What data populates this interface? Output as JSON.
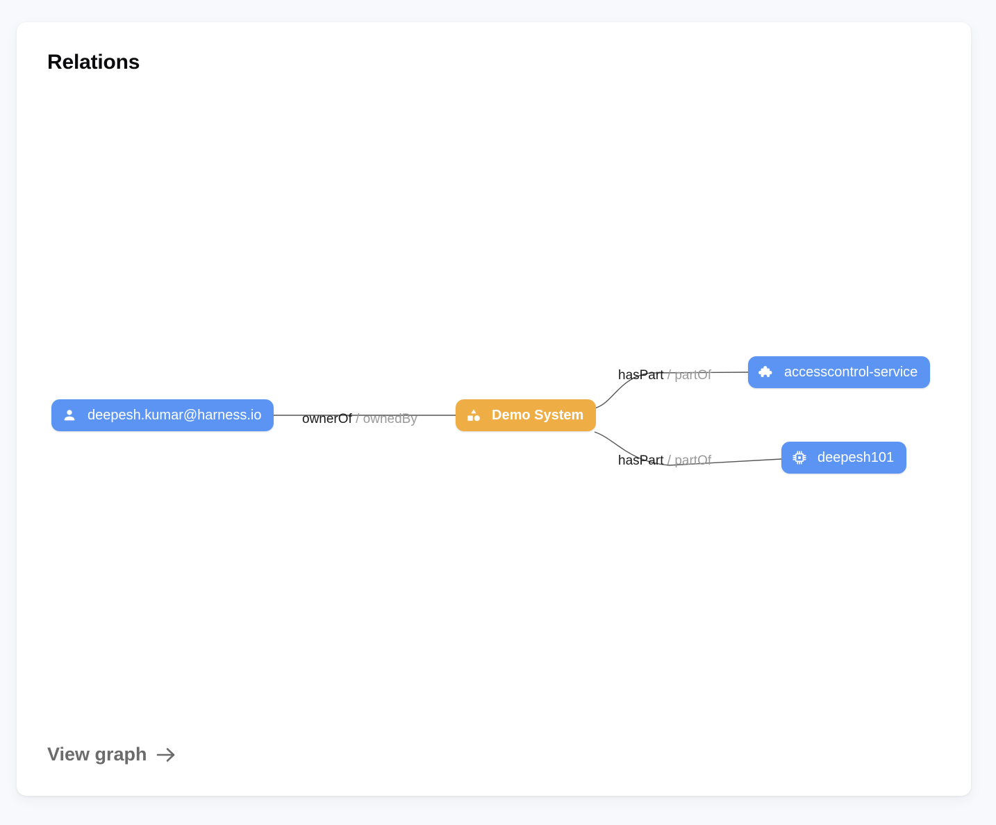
{
  "card": {
    "title": "Relations",
    "view_graph_label": "View graph",
    "arrow_icon": "arrow-right-icon"
  },
  "graph": {
    "nodes": [
      {
        "id": "user",
        "label": "deepesh.kumar@harness.io",
        "kind": "user",
        "icon": "person-icon",
        "color": "#5b94f2"
      },
      {
        "id": "system",
        "label": "Demo System",
        "kind": "system",
        "icon": "shapes-icon",
        "color": "#efae45"
      },
      {
        "id": "service",
        "label": "accesscontrol-service",
        "kind": "component",
        "icon": "puzzle-piece-icon",
        "color": "#5b94f2"
      },
      {
        "id": "component",
        "label": "deepesh101",
        "kind": "resource",
        "icon": "chip-icon",
        "color": "#5b94f2"
      }
    ],
    "edges": [
      {
        "from": "user",
        "to": "system",
        "forward": "ownerOf",
        "separator": "/",
        "reverse": "ownedBy"
      },
      {
        "from": "system",
        "to": "service",
        "forward": "hasPart",
        "separator": "/",
        "reverse": "partOf"
      },
      {
        "from": "system",
        "to": "component",
        "forward": "hasPart",
        "separator": "/",
        "reverse": "partOf"
      }
    ]
  }
}
